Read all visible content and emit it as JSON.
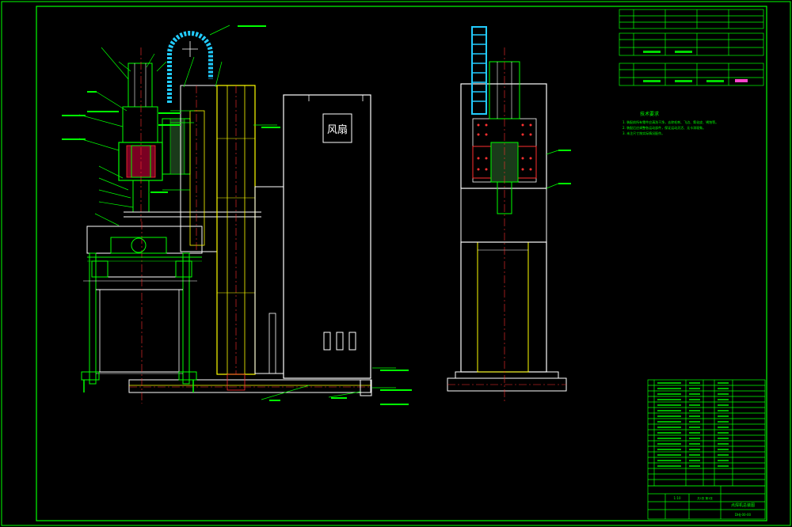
{
  "drawing": {
    "background": "#000000",
    "line_colors": {
      "frame": "#00ff00",
      "outline": "#ffffff",
      "hidden": "#ffff00",
      "center": "#ff3030",
      "hose": "#22ccff",
      "part": "#00ff00",
      "leader": "#00ff00"
    },
    "cabinet_label": "风扇",
    "notes_title": "技术要求",
    "notes": [
      "1. 装配前所有零件应清洗干净，去除毛刺、飞边、氧化皮、锈蚀等。",
      "2. 装配后应调整各运动部件，保证运动灵活、无卡滞现象。",
      "3. 未注尺寸按实际情况配作。"
    ],
    "title_block": {
      "name": "点焊机总装图",
      "drawing_no": "DHJ-00-00",
      "scale": "1:10",
      "sheet": "共1张 第1张"
    }
  }
}
